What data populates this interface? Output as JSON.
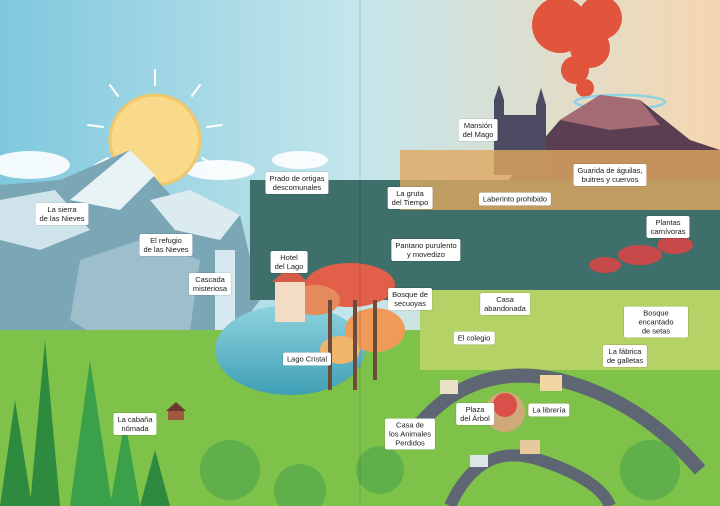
{
  "colors": {
    "sky_left": "#7fc8de",
    "sky_right": "#f6d6b0",
    "sun": "#f9d98a",
    "volcano_smoke": "#e0553c",
    "forest_green": "#4aa34a",
    "lake": "#5bb7c9",
    "autumn_red": "#e2604a"
  },
  "labels": {
    "sierra": "La sierra\nde las Nieves",
    "refugio": "El refugio\nde las Nieves",
    "cascada": "Cascada\nmisteriosa",
    "prado": "Prado de ortigas\ndescomunales",
    "hotel": "Hotel\ndel Lago",
    "lago": "Lago Cristal",
    "cabana": "La cabaña\nnómada",
    "mansion": "Mansión\ndel Mago",
    "gruta": "La gruta\ndel Tiempo",
    "laberinto": "Laberinto prohibido",
    "guarida": "Guarida de águilas,\nbuitres y cuervos",
    "plantas": "Plantas\ncarnívoras",
    "pantano": "Pantano purulento\ny movedizo",
    "bosque_secuoyas": "Bosque de\nsecuoyas",
    "casa_abandonada": "Casa\nabandonada",
    "bosque_setas": "Bosque encantado\nde setas",
    "colegio": "El colegio",
    "fabrica": "La fábrica\nde galletas",
    "plaza": "Plaza\ndel Árbol",
    "libreria": "La librería",
    "casa_animales": "Casa de\nlos Animales\nPerdidos"
  }
}
